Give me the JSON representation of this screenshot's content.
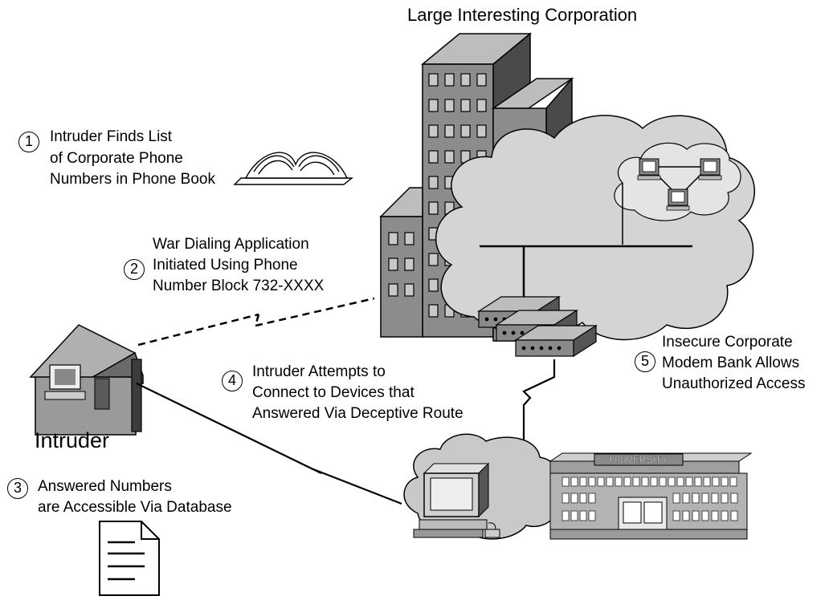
{
  "title": "Large Interesting Corporation",
  "intruder_label": "Intruder",
  "university_sign": "UNIVERSITY",
  "steps": [
    {
      "num": "1",
      "lines": [
        "Intruder Finds List",
        "of Corporate Phone",
        "Numbers in Phone Book"
      ]
    },
    {
      "num": "2",
      "lines": [
        "War Dialing Application",
        "Initiated Using Phone",
        "Number Block 732-XXXX"
      ]
    },
    {
      "num": "3",
      "lines": [
        "Answered Numbers",
        "are Accessible Via Database"
      ]
    },
    {
      "num": "4",
      "lines": [
        "Intruder Attempts to",
        "Connect to Devices that",
        "Answered Via Deceptive Route"
      ]
    },
    {
      "num": "5",
      "lines": [
        "Insecure Corporate",
        "Modem Bank Allows",
        "Unauthorized Access"
      ]
    }
  ],
  "colors": {
    "building": "#8c8c8c",
    "building_side": "#5a5a5a",
    "cloud": "#d6d6d6",
    "outline": "#000000"
  }
}
